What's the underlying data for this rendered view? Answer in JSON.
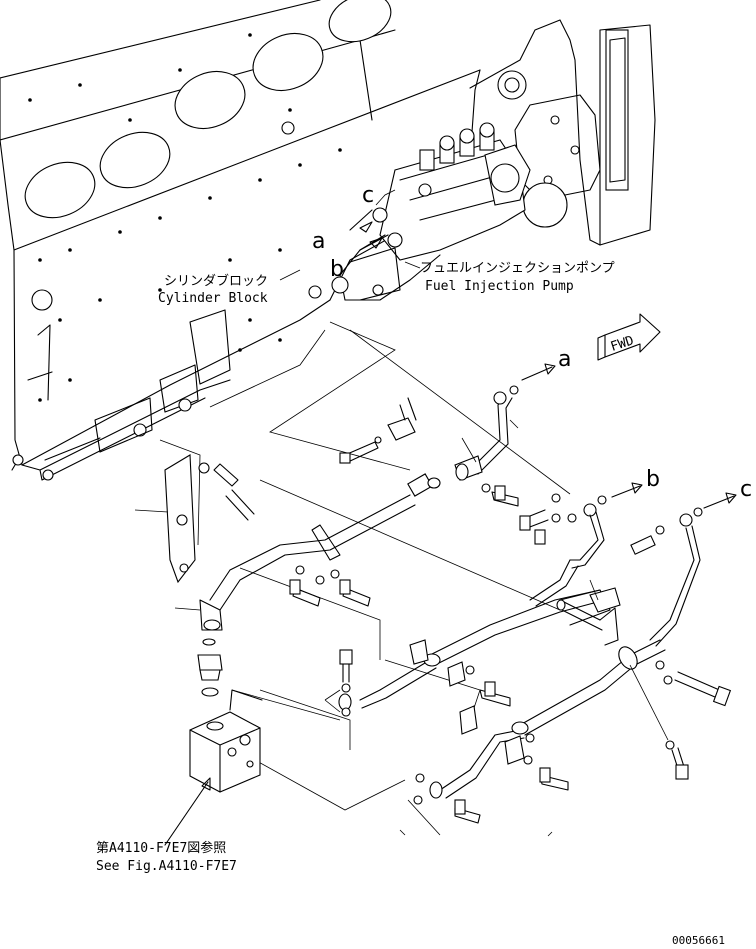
{
  "labels": {
    "cylinder_block_jp": "シリンダブロック",
    "cylinder_block_en": "Cylinder Block",
    "fuel_pump_jp": "フュエルインジェクションポンプ",
    "fuel_pump_en": "Fuel Injection Pump",
    "fwd": "FWD",
    "ref_jp": "第A4110-F7E7図参照",
    "ref_en": "See Fig.A4110-F7E7",
    "drawing_no": "00056661"
  },
  "callouts": {
    "a": "a",
    "b": "b",
    "c": "c"
  },
  "icons": {
    "fwd_arrow": "fwd-arrow-icon",
    "flow_arrow": "arrow-right-icon"
  },
  "colors": {
    "line": "#000000",
    "background": "#ffffff"
  }
}
